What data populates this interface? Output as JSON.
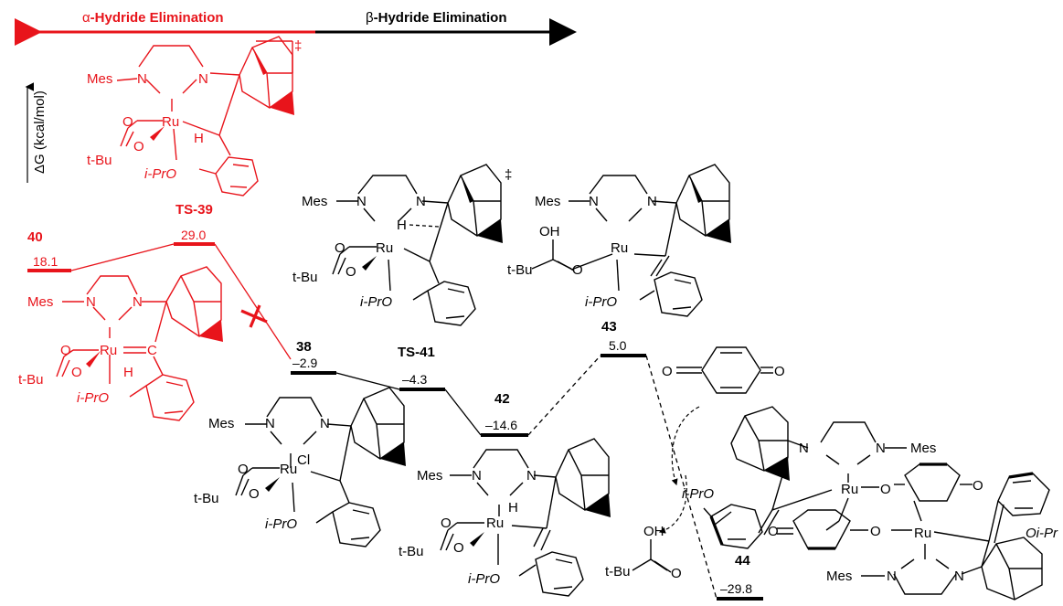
{
  "header": {
    "alpha_symbol": "α",
    "alpha_text": "-Hydride Elimination",
    "beta_symbol": "β",
    "beta_text": "-Hydride Elimination"
  },
  "axis": {
    "label": "ΔG (kcal/mol)"
  },
  "levels": [
    {
      "id": "40",
      "label": "40",
      "energy": "18.1",
      "color": "red"
    },
    {
      "id": "TS-39",
      "label": "TS-39",
      "energy": "29.0",
      "color": "red"
    },
    {
      "id": "38",
      "label": "38",
      "energy": "–2.9",
      "color": "black"
    },
    {
      "id": "TS-41",
      "label": "TS-41",
      "energy": "–4.3",
      "color": "black"
    },
    {
      "id": "42",
      "label": "42",
      "energy": "–14.6",
      "color": "black"
    },
    {
      "id": "43",
      "label": "43",
      "energy": "5.0",
      "color": "black"
    },
    {
      "id": "44",
      "label": "44",
      "energy": "–29.8",
      "color": "black"
    }
  ],
  "structure_text": {
    "mes": "Mes",
    "ru": "Ru",
    "n": "N",
    "tbu": "t-Bu",
    "o": "O",
    "h": "H",
    "cl": "Cl",
    "oh": "OH",
    "c": "C",
    "ipro": "i-PrO",
    "oipr": "Oi-Pr",
    "dagger": "‡"
  },
  "colors": {
    "accent_red": "#e8141b",
    "black": "#000000"
  }
}
